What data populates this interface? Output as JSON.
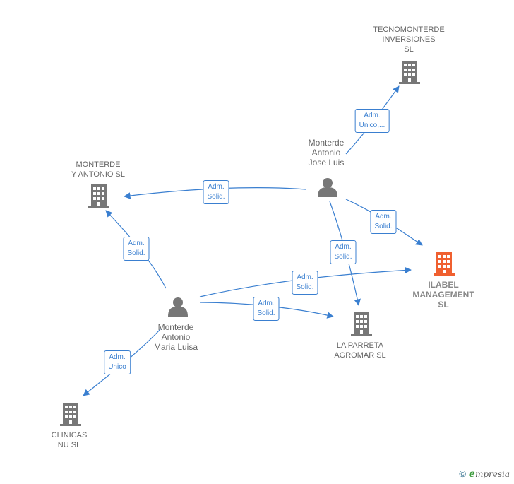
{
  "nodes": {
    "tecnomonterde": {
      "label": "TECNOMONTERDE\nINVERSIONES\nSL"
    },
    "monterde_antonio_sl": {
      "label": "MONTERDE\nY ANTONIO SL"
    },
    "jose_luis": {
      "label": "Monterde\nAntonio\nJose Luis"
    },
    "ilabel": {
      "label": "ILABEL\nMANAGEMENT\nSL"
    },
    "maria_luisa": {
      "label": "Monterde\nAntonio\nMaria Luisa"
    },
    "la_parreta": {
      "label": "LA PARRETA\nAGROMAR  SL"
    },
    "clinicas": {
      "label": "CLINICAS\nNU SL"
    }
  },
  "edges": {
    "jl_tecno": "Adm.\nUnico,...",
    "jl_monterde": "Adm.\nSolid.",
    "jl_ilabel": "Adm.\nSolid.",
    "jl_parreta": "Adm.\nSolid.",
    "ml_monterde": "Adm.\nSolid.",
    "ml_ilabel": "Adm.\nSolid.",
    "ml_parreta": "Adm.\nSolid.",
    "ml_clinicas": "Adm.\nUnico"
  },
  "colors": {
    "edge": "#3a7fd0",
    "company": "#777777",
    "focus": "#f06030",
    "person": "#777777"
  },
  "footer": {
    "copyright": "©",
    "brand_e": "e",
    "brand_rest": "mpresia"
  }
}
